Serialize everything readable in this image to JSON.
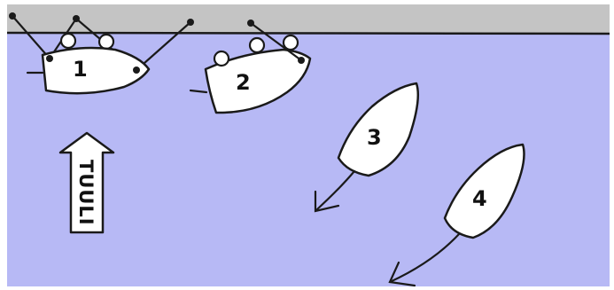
{
  "colors": {
    "water": "#b7b9f5",
    "shore": "#c4c4c4",
    "shoreline": "#1a1a1a",
    "hull": "#ffffff",
    "ink": "#1a1a1a"
  },
  "boats": [
    {
      "label": "1"
    },
    {
      "label": "2"
    },
    {
      "label": "3"
    },
    {
      "label": "4"
    }
  ],
  "wind": {
    "label": "TUULI"
  }
}
